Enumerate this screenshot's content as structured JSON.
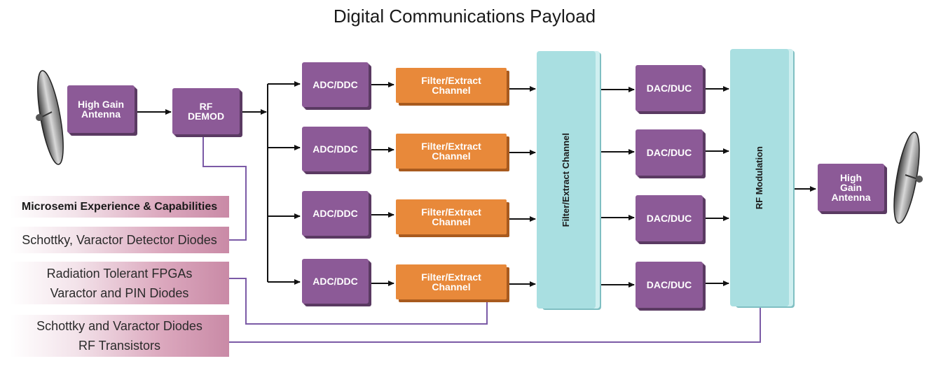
{
  "title": "Digital Communications Payload",
  "colors": {
    "purple": "#8c5a97",
    "orange": "#e8893a",
    "teal": "#a9dfe1",
    "connector": "#7b5aa6",
    "label_gradient": "#c98aa6"
  },
  "blocks": {
    "antenna_in": "High Gain\nAntenna",
    "rf_demod": "RF\nDEMOD",
    "adc_ddc": [
      "ADC/DDC",
      "ADC/DDC",
      "ADC/DDC",
      "ADC/DDC"
    ],
    "filter_extract": [
      "Filter/Extract\nChannel",
      "Filter/Extract\nChannel",
      "Filter/Extract\nChannel",
      "Filter/Extract\nChannel"
    ],
    "filter_extract_bus": "Filter/Extract Channel",
    "dac_duc": [
      "DAC/DUC",
      "DAC/DUC",
      "DAC/DUC",
      "DAC/DUC"
    ],
    "rf_modulation": "RF Modulation",
    "antenna_out": "High\nGain\nAntenna"
  },
  "labels": {
    "header": "Microsemi Experience & Capabilities",
    "demod_parts": [
      "Schottky, Varactor Detector Diodes"
    ],
    "filter_parts": [
      "Radiation Tolerant FPGAs",
      "Varactor and PIN Diodes"
    ],
    "modulation_parts": [
      "Schottky and Varactor Diodes",
      "RF Transistors"
    ]
  },
  "icons": [
    "satellite-dish-icon",
    "satellite-dish-icon"
  ]
}
